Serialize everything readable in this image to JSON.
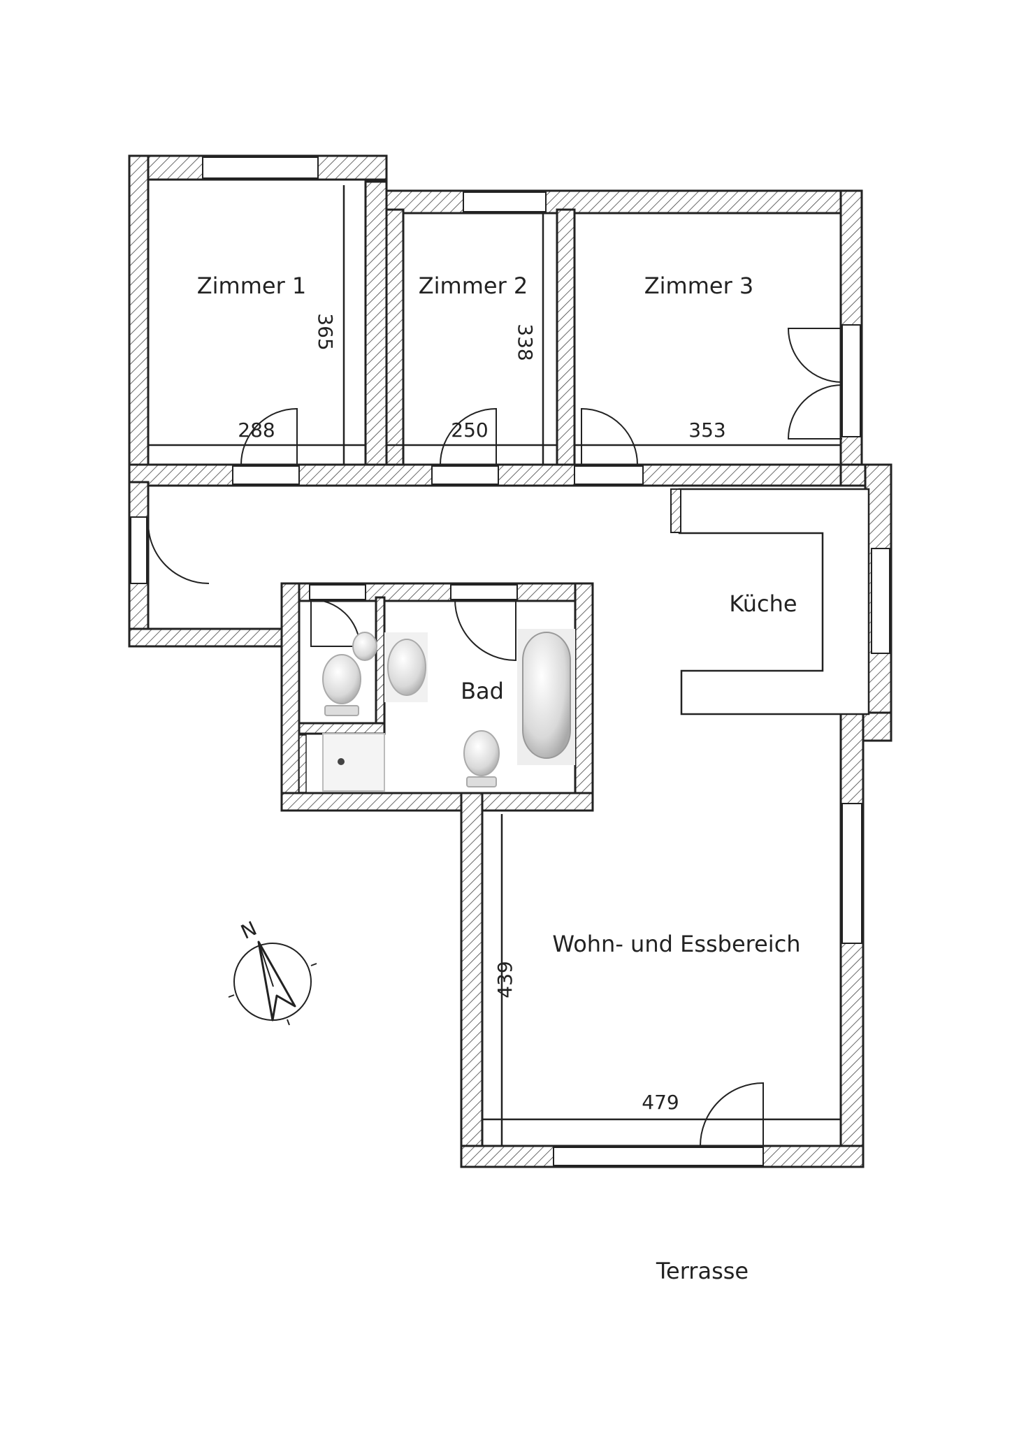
{
  "plan": {
    "rooms": {
      "zimmer1": "Zimmer 1",
      "zimmer2": "Zimmer 2",
      "zimmer3": "Zimmer 3",
      "kueche": "Küche",
      "bad": "Bad",
      "wohn": "Wohn- und Essbereich",
      "terrasse": "Terrasse"
    },
    "dimensions": {
      "zimmer1_width": "288",
      "zimmer1_depth": "365",
      "zimmer2_width": "250",
      "zimmer2_depth": "338",
      "zimmer3_width": "353",
      "wohn_width": "479",
      "wohn_depth": "439"
    },
    "compass": {
      "north_label": "N"
    }
  }
}
